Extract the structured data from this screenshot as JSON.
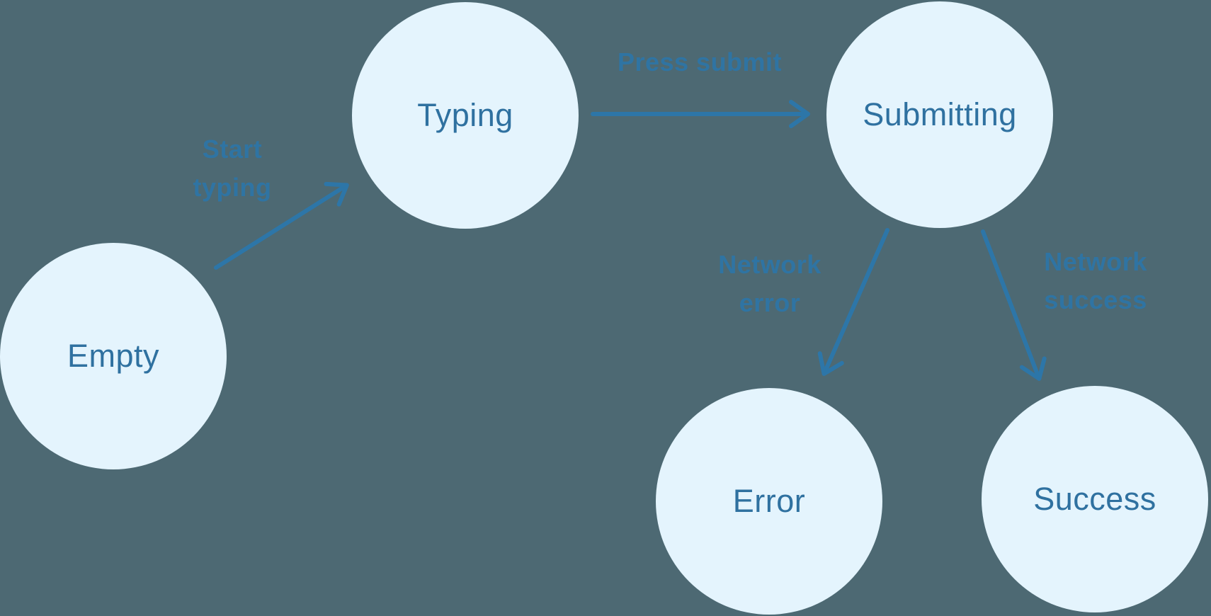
{
  "diagram": {
    "type": "state-machine",
    "colors": {
      "background": "#4d6973",
      "node_fill": "#e4f4fd",
      "node_text": "#2f71a0",
      "arrow_and_label": "#2d76a8"
    },
    "nodes": [
      {
        "id": "empty",
        "label": "Empty"
      },
      {
        "id": "typing",
        "label": "Typing"
      },
      {
        "id": "submitting",
        "label": "Submitting"
      },
      {
        "id": "error",
        "label": "Error"
      },
      {
        "id": "success",
        "label": "Success"
      }
    ],
    "edges": [
      {
        "from": "empty",
        "to": "typing",
        "label": "Start typing",
        "label_lines": [
          "Start",
          "typing"
        ]
      },
      {
        "from": "typing",
        "to": "submitting",
        "label": "Press submit",
        "label_lines": [
          "Press submit"
        ]
      },
      {
        "from": "submitting",
        "to": "error",
        "label": "Network error",
        "label_lines": [
          "Network",
          "error"
        ]
      },
      {
        "from": "submitting",
        "to": "success",
        "label": "Network success",
        "label_lines": [
          "Network",
          "success"
        ]
      }
    ]
  }
}
